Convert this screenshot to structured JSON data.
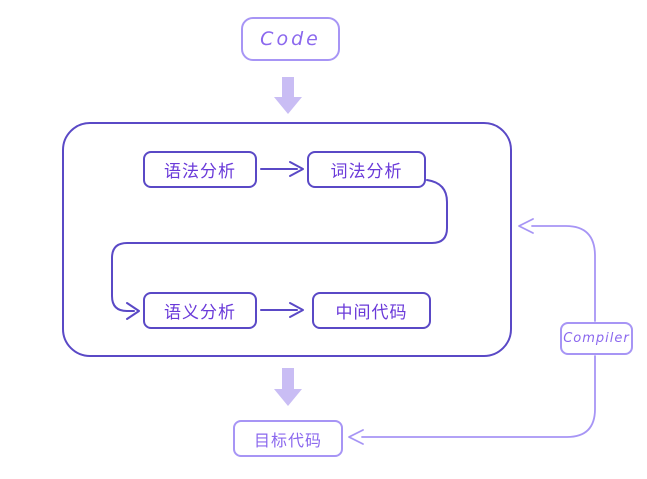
{
  "diagram": {
    "code_node": "Code",
    "stages": {
      "syntax": "语法分析",
      "lexical": "词法分析",
      "semantic": "语义分析",
      "intermediate": "中间代码"
    },
    "target_node": "目标代码",
    "compiler_label": "Compiler",
    "colors": {
      "primary": "#5a49c6",
      "light": "#a795f5",
      "block_arrow": "#c9bdf4",
      "text_dark": "#6a3ad9",
      "text_accent": "#8b68ee",
      "bg": "#ffffff"
    }
  }
}
